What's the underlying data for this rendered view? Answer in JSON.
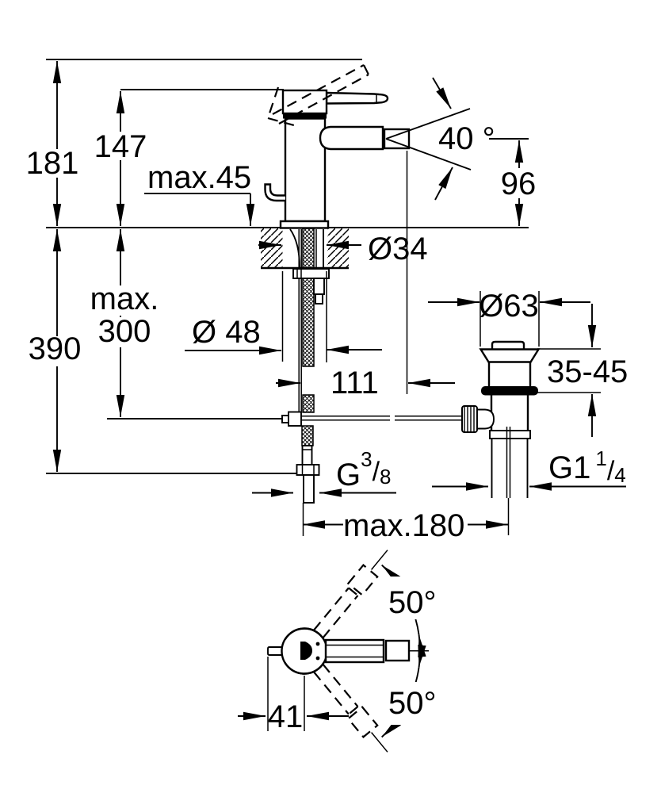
{
  "drawing_type": "technical dimension drawing (bidet single-lever mixer, side view / bottom view)",
  "colors": {
    "line": "#000000",
    "background": "#ffffff"
  },
  "dims": {
    "height_total": "181",
    "height_spout": "147",
    "deck_max": "max.45",
    "spray_angle": "40 °",
    "spout_height": "96",
    "depth_total": "390",
    "hose_max_1": "max.",
    "hose_max_2": "300",
    "hole_dia": "Ø34",
    "base_dia": "Ø 48",
    "offset_111": "111",
    "waste_flange_dia": "Ø63",
    "clamp_range": "35-45",
    "supply_thread": {
      "g": "G",
      "num": "3",
      "slash": "/",
      "den": "8"
    },
    "waste_thread": {
      "g": "G1",
      "num": "1",
      "slash": "/",
      "den": "4"
    },
    "rod_max": "max.180",
    "swivel_top": "50°",
    "swivel_bottom": "50°",
    "handle_offset": "41"
  }
}
